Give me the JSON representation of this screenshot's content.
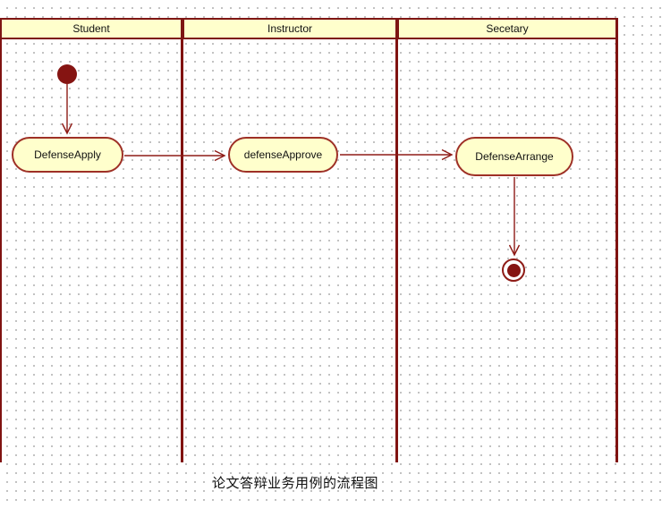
{
  "diagram": {
    "type": "uml-activity-swimlane-diagram",
    "caption": "论文答辩业务用例的流程图",
    "lanes": [
      {
        "label": "Student"
      },
      {
        "label": "Instructor"
      },
      {
        "label": "Secetary"
      }
    ],
    "activities": [
      {
        "label": "DefenseApply",
        "lane": "Student"
      },
      {
        "label": "defenseApprove",
        "lane": "Instructor"
      },
      {
        "label": "DefenseArrange",
        "lane": "Secetary"
      }
    ],
    "flow": [
      {
        "from": "initial-state",
        "to": "DefenseApply"
      },
      {
        "from": "DefenseApply",
        "to": "defenseApprove"
      },
      {
        "from": "defenseApprove",
        "to": "DefenseArrange"
      },
      {
        "from": "DefenseArrange",
        "to": "final-state"
      }
    ],
    "colors": {
      "lane_fill": "#ffffcc",
      "lane_border": "#7e1513",
      "activity_fill": "#ffffcc",
      "activity_border": "#9e3026",
      "arrow": "#8e1b16",
      "state_node_fill": "#851412",
      "text": "#111111",
      "grid_dot": "#b3b3b3"
    }
  }
}
